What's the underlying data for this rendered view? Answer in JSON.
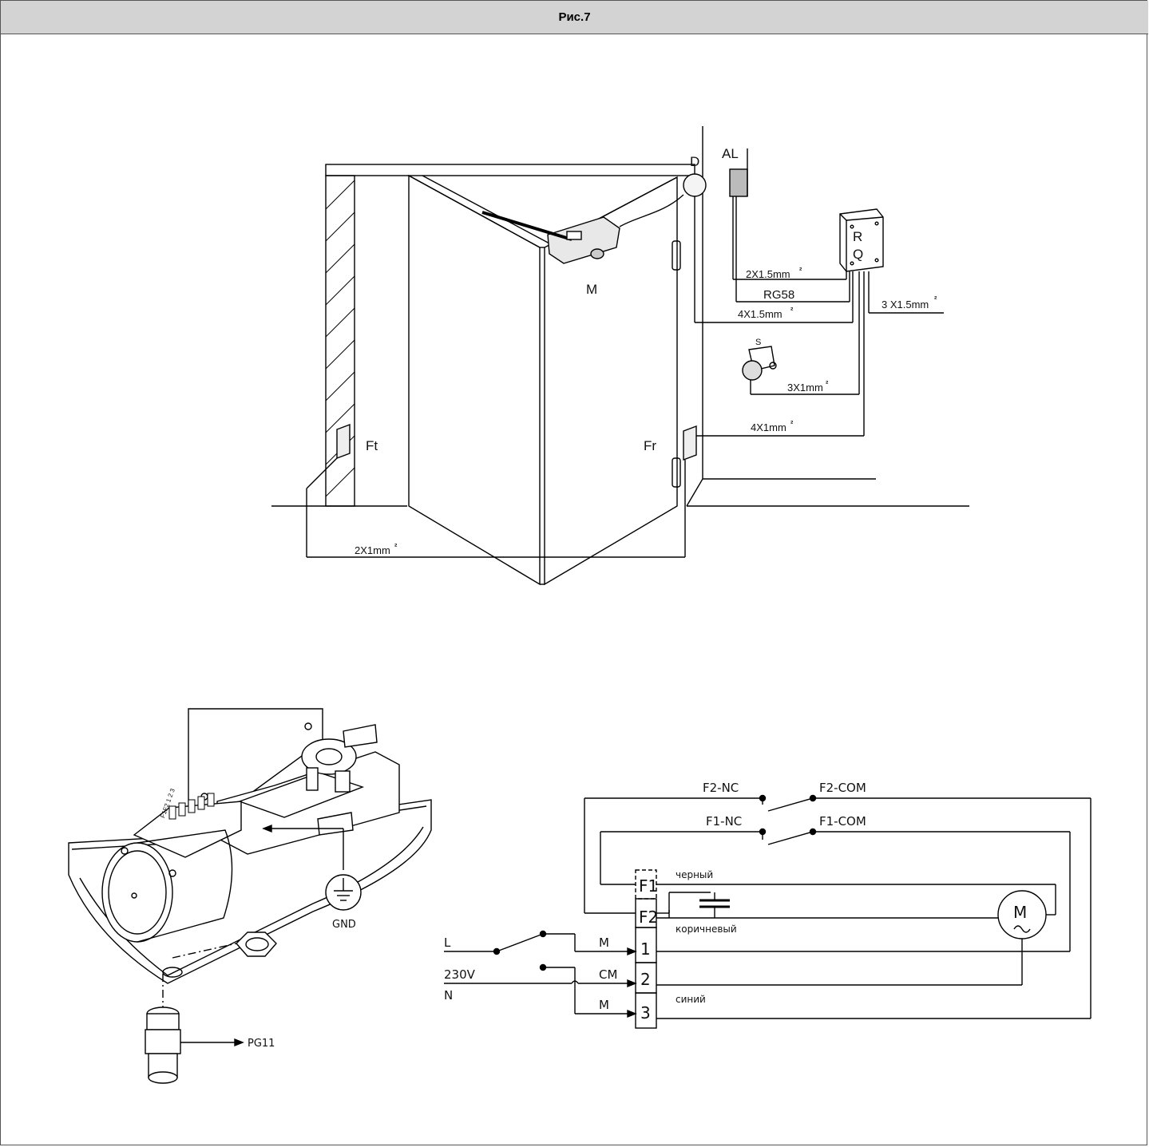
{
  "header": {
    "title": "Рис.7"
  },
  "installation": {
    "labels": {
      "D": "D",
      "AL": "AL",
      "R": "R",
      "Q": "Q",
      "M": "M",
      "S": "S",
      "Ft": "Ft",
      "Fr": "Fr"
    },
    "cables": {
      "al": "2X1.5mm",
      "rg58": "RG58",
      "d": "4X1.5mm",
      "power": "3 X1.5mm",
      "s": "3X1mm",
      "fr": "4X1mm",
      "ft": "2X1mm"
    },
    "square": "²"
  },
  "motor_unit": {
    "terminals": "F1F2 1 2 3",
    "gnd": "GND",
    "gland": "PG11"
  },
  "schematic": {
    "F2NC": "F2-NC",
    "F2COM": "F2-COM",
    "F1NC": "F1-NC",
    "F1COM": "F1-COM",
    "F1": "F1",
    "F2": "F2",
    "T1": "1",
    "T2": "2",
    "T3": "3",
    "black": "черный",
    "brown": "коричневый",
    "blue": "синий",
    "L": "L",
    "V": "230V",
    "N": "N",
    "M1": "M",
    "CM": "CM",
    "M3": "M",
    "motor": "M"
  }
}
